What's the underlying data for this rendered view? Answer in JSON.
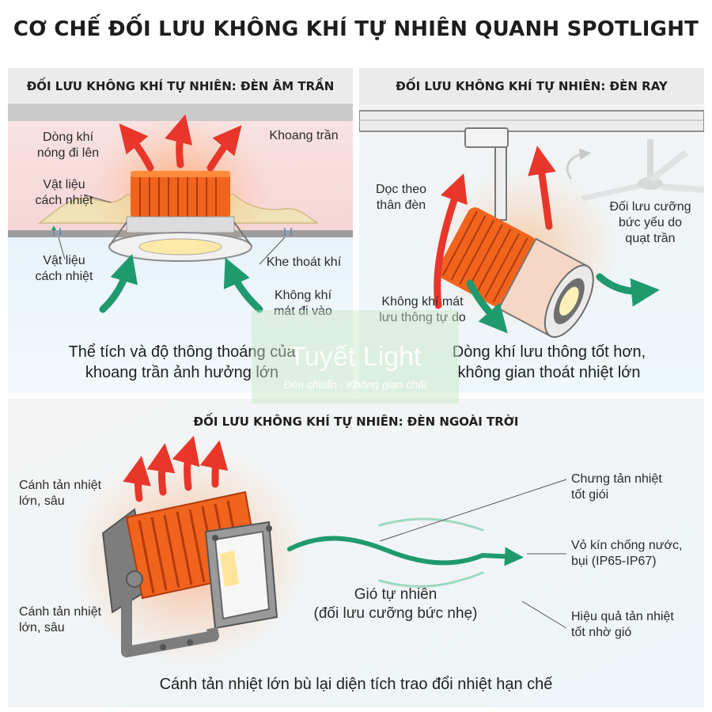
{
  "title": "CƠ CHẾ ĐỐI LƯU KHÔNG KHÍ TỰ NHIÊN QUANH SPOTLIGHT",
  "panels": {
    "recessed": {
      "title": "ĐỐI LƯU KHÔNG KHÍ TỰ NHIÊN: ĐÈN ÂM TRẦN",
      "hot_air": "Dòng khí\nnóng đi lên",
      "ceiling_cavity": "Khoang trần",
      "insulation_top": "Vật liệu\ncách nhiệt",
      "insulation_bottom": "Vật liệu\ncách nhiệt",
      "vent_slot": "Khe thoát khí",
      "cool_air": "Không khí\nmát đi vào",
      "caption": "Thể tích và độ thông thoáng của\nkhoang trần ảnh hưởng lớn"
    },
    "track": {
      "title": "ĐỐI LƯU KHÔNG KHÍ TỰ NHIÊN: ĐÈN RAY",
      "along_body": "Dọc theo\nthân đèn",
      "fan_convection": "Đối lưu cưỡng\nbức yếu do\nquạt trần",
      "cool_air": "Không khí mát\nlưu thông tự do",
      "caption": "Dòng khí lưu thông tốt hơn,\nkhông gian thoát nhiệt lớn"
    },
    "outdoor": {
      "title": "ĐỐI LƯU KHÔNG KHÍ TỰ NHIÊN: ĐÈN NGOÀI TRỜI",
      "fins_top": "Cánh tản nhiệt\nlớn, sâu",
      "fins_bottom": "Cánh tản nhiệt\nlớn, sâu",
      "good_wind_cooling": "Chưng tản nhiệt\ntốt giói",
      "sealed_housing": "Vỏ kín chống nước,\nbụi (IP65-IP67)",
      "wind_efficiency": "Hiệu quả tản nhiệt\ntốt nhờ gió",
      "natural_wind": "Gió tự nhiên\n(đối lưu cưỡng bức nhẹ)",
      "caption": "Cánh tản nhiệt lớn bù lại diện tích trao đổi nhiệt hạn chế"
    }
  },
  "watermark": {
    "brand": "Tuyết Light",
    "slogan": "Đèn chuẩn - Không gian chất"
  },
  "colors": {
    "hot_arrow": "#e8362a",
    "cool_arrow": "#1f9a6e",
    "heatsink": "#f0641e",
    "ceiling_pink": "#f7dcdc",
    "room_blue": "#e4f1f8"
  }
}
